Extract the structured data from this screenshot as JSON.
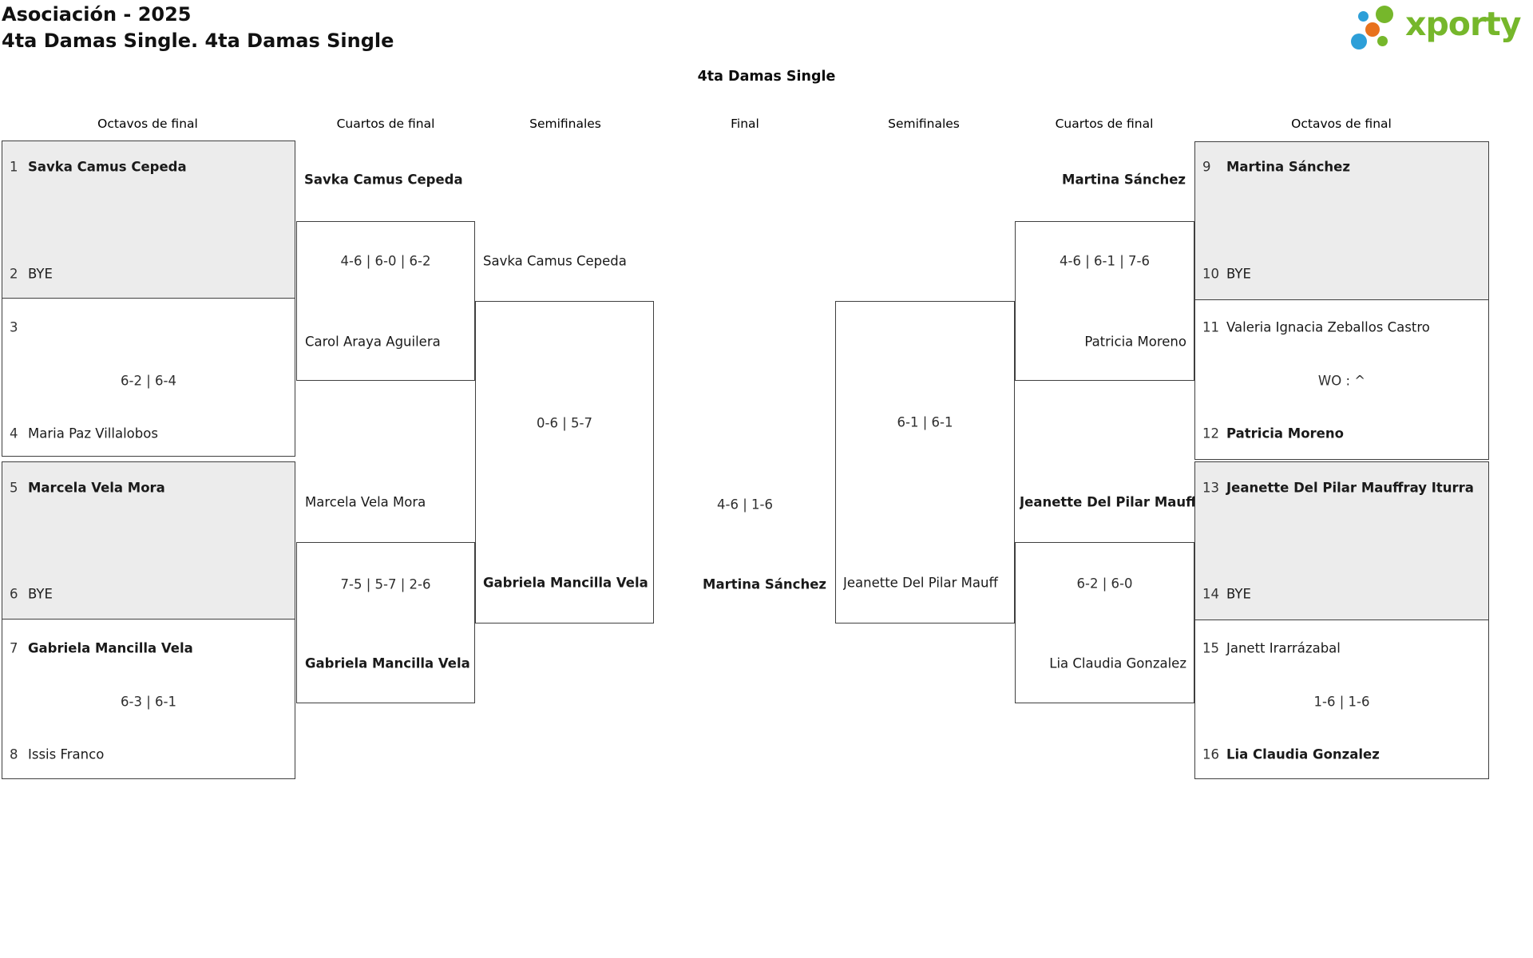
{
  "header": {
    "title_line1": "Asociación - 2025",
    "title_line2": "4ta Damas Single. 4ta Damas Single",
    "logo_text": "xporty"
  },
  "bracket_title": "4ta Damas Single",
  "round_headers": {
    "oct_left": "Octavos de final",
    "cuartos_left": "Cuartos de final",
    "semis_left": "Semifinales",
    "final": "Final",
    "semis_right": "Semifinales",
    "cuartos_right": "Cuartos de final",
    "oct_right": "Octavos de final"
  },
  "colors": {
    "brand_green": "#76b72b",
    "brand_blue": "#2d9fd8",
    "brand_orange": "#e8721c",
    "box_gray": "#ececec",
    "box_border": "#3f3f3f"
  },
  "octavos_left": {
    "e1": {
      "seed": "1",
      "name": "Savka Camus Cepeda"
    },
    "e2": {
      "seed": "2",
      "name": "BYE"
    },
    "e3": {
      "seed": "3",
      "name": ""
    },
    "score_34": "6-2 | 6-4",
    "e4": {
      "seed": "4",
      "name": "Maria Paz Villalobos"
    },
    "e5": {
      "seed": "5",
      "name": "Marcela Vela Mora"
    },
    "e6": {
      "seed": "6",
      "name": "BYE"
    },
    "e7": {
      "seed": "7",
      "name": "Gabriela Mancilla Vela"
    },
    "score_78": "6-3 | 6-1",
    "e8": {
      "seed": "8",
      "name": "Issis Franco"
    }
  },
  "octavos_right": {
    "e9": {
      "seed": "9",
      "name": "Martina Sánchez"
    },
    "e10": {
      "seed": "10",
      "name": "BYE"
    },
    "e11": {
      "seed": "11",
      "name": "Valeria Ignacia Zeballos Castro"
    },
    "score_1112": "WO : ^",
    "e12": {
      "seed": "12",
      "name": "Patricia Moreno"
    },
    "e13": {
      "seed": "13",
      "name": "Jeanette Del Pilar Mauffray Iturra"
    },
    "e14": {
      "seed": "14",
      "name": "BYE"
    },
    "e15": {
      "seed": "15",
      "name": "Janett Irarrázabal"
    },
    "score_1516": "1-6 | 1-6",
    "e16": {
      "seed": "16",
      "name": "Lia Claudia Gonzalez"
    }
  },
  "cuartos_left": {
    "q1_top": "Savka Camus Cepeda",
    "q1_score": "4-6 | 6-0 | 6-2",
    "q1_bottom": "Carol Araya Aguilera",
    "q2_top": "Marcela Vela Mora",
    "q2_score": "7-5 | 5-7 | 2-6",
    "q2_bottom": "Gabriela Mancilla Vela"
  },
  "cuartos_right": {
    "q1_top": "Martina Sánchez",
    "q1_score": "4-6 | 6-1 | 7-6",
    "q1_bottom": "Patricia Moreno",
    "q2_top": "Jeanette Del Pilar Mauff",
    "q2_score": "6-2 | 6-0",
    "q2_bottom": "Lia Claudia Gonzalez"
  },
  "semis_left": {
    "top": "Savka Camus Cepeda",
    "score": "0-6 | 5-7",
    "bottom": "Gabriela Mancilla Vela"
  },
  "semis_right": {
    "score": "6-1 | 6-1",
    "bottom": "Jeanette Del Pilar Mauff"
  },
  "final": {
    "score": "4-6 | 1-6",
    "winner": "Martina Sánchez"
  }
}
